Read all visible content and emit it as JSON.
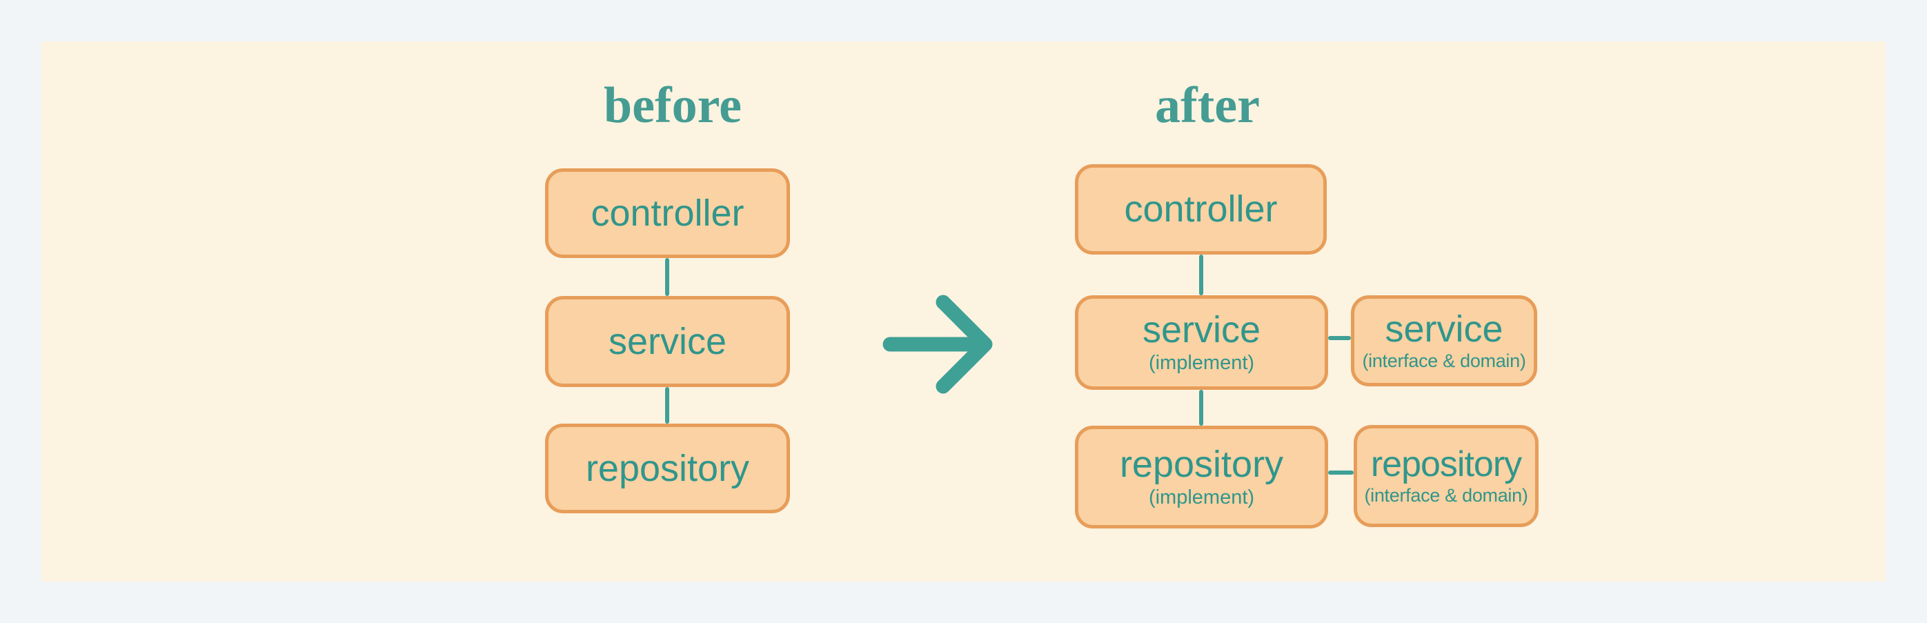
{
  "diagram": {
    "kind": "before-after layered architecture refactor",
    "colors": {
      "outer_background": "#f1f5f8",
      "panel_background": "#fcf3e1",
      "box_fill": "#fad2a3",
      "box_border": "#e79d59",
      "label_teal": "#2f968c",
      "title_teal": "#459c93",
      "connector_teal": "#3fa096"
    }
  },
  "before": {
    "title": "before",
    "boxes": [
      {
        "label": "controller"
      },
      {
        "label": "service"
      },
      {
        "label": "repository"
      }
    ]
  },
  "arrow": {
    "icon": "right-arrow"
  },
  "after": {
    "title": "after",
    "boxes": [
      {
        "label": "controller"
      },
      {
        "label": "service",
        "sub": "(implement)"
      },
      {
        "label": "service",
        "sub": "(interface & domain)"
      },
      {
        "label": "repository",
        "sub": "(implement)"
      },
      {
        "label": "repository",
        "sub": "(interface & domain)"
      }
    ]
  }
}
